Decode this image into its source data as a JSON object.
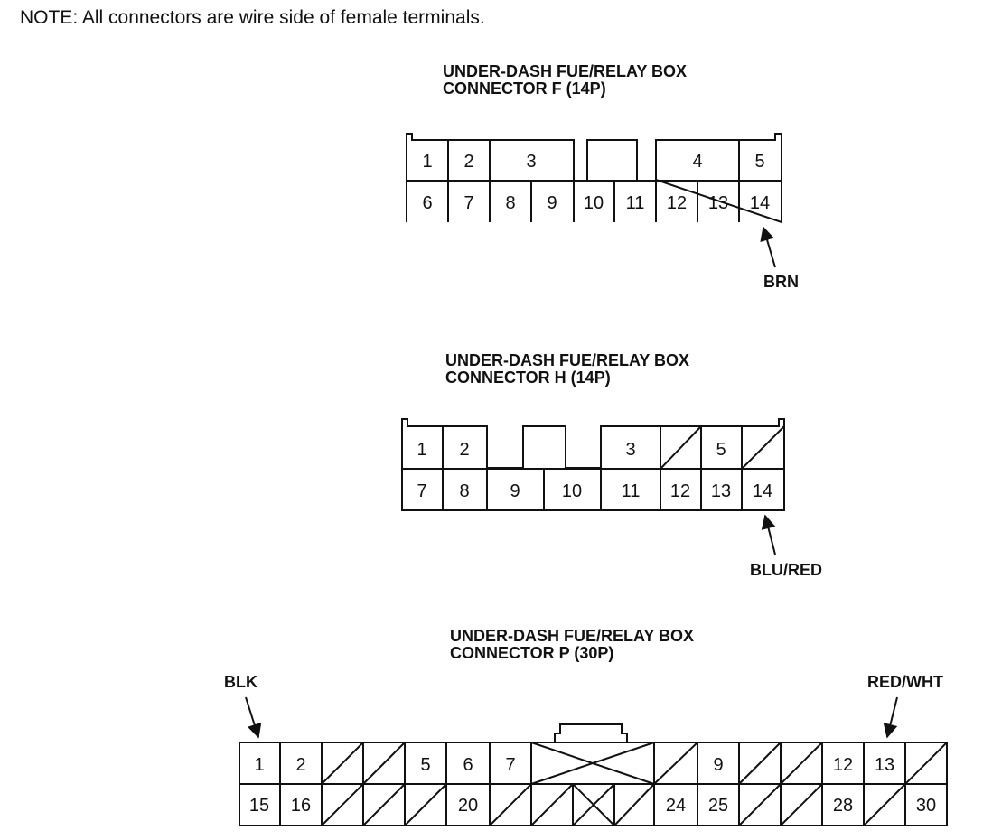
{
  "note": "NOTE: All connectors are wire side of female terminals.",
  "connectors": [
    {
      "id": "F",
      "title_line1": "UNDER-DASH FUE/RELAY BOX",
      "title_line2": "CONNECTOR F (14P)",
      "wire_label": "BRN",
      "highlighted_terminal": "14",
      "top_row": [
        "1",
        "2",
        "3",
        "4",
        "5"
      ],
      "bottom_row": [
        "6",
        "7",
        "8",
        "9",
        "10",
        "11",
        "12",
        "13",
        "14"
      ]
    },
    {
      "id": "H",
      "title_line1": "UNDER-DASH FUE/RELAY BOX",
      "title_line2": "CONNECTOR H (14P)",
      "wire_label": "BLU/RED",
      "highlighted_terminal": "14",
      "top_row": [
        "1",
        "2",
        "3",
        "5"
      ],
      "bottom_row": [
        "7",
        "8",
        "9",
        "10",
        "11",
        "12",
        "13",
        "14"
      ]
    },
    {
      "id": "P",
      "title_line1": "UNDER-DASH FUE/RELAY BOX",
      "title_line2": "CONNECTOR P (30P)",
      "wire_labels": [
        "BLK",
        "RED/WHT"
      ],
      "highlighted_terminals": [
        "1",
        "13"
      ],
      "top_row": [
        "1",
        "2",
        "5",
        "6",
        "7",
        "9",
        "12",
        "13"
      ],
      "bottom_row": [
        "15",
        "16",
        "20",
        "24",
        "25",
        "28",
        "30"
      ]
    }
  ]
}
